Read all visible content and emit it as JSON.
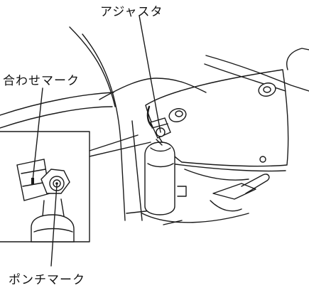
{
  "labels": {
    "adjuster": "アジャスタ",
    "alignment_mark": "合わせマーク",
    "punch_mark": "ポンチマーク"
  }
}
